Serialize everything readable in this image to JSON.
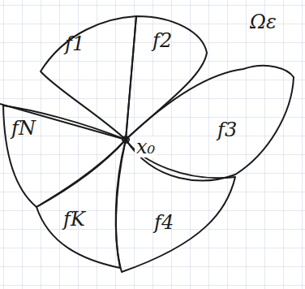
{
  "diagram": {
    "nodes": [
      {
        "text": [
          "f1"
        ]
      },
      {
        "text": [
          "f2"
        ]
      },
      {
        "text": [
          "fN"
        ]
      },
      {
        "text": [
          "f3"
        ]
      },
      {
        "text": [
          "fK"
        ]
      },
      {
        "text": [
          "f4"
        ]
      }
    ],
    "labels": [
      "x₀",
      "Ωε"
    ]
  }
}
